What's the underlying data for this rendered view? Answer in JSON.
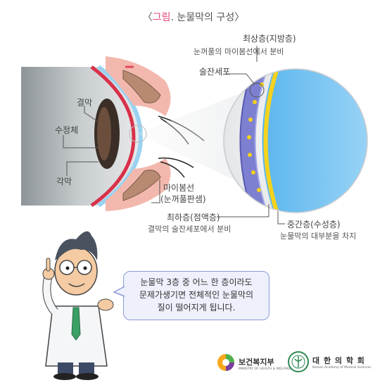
{
  "title": {
    "open": "〈",
    "highlight": "그림",
    "rest": ". 눈물막의 구성〉"
  },
  "labels": {
    "outer_layer": "최상층(지방층)",
    "outer_desc": "눈꺼풀의 마이봄선에서 분비",
    "goblet_cell": "술잔세포",
    "conjunctiva": "결막",
    "lens": "수정체",
    "cornea": "각막",
    "meibomian": "마이봄선",
    "meibomian_sub": "(눈꺼풀판샘)",
    "inner_layer": "최하층(점액층)",
    "inner_desc": "결막의 술잔세포에서 분비",
    "middle_layer": "중간층(수성층)",
    "middle_desc": "눈물막의 대부분을 차지"
  },
  "bubble": {
    "line1": "눈물막 3층 중 어느 한 층이라도",
    "line2": "문제가생기면 전체적인 눈물막의",
    "line3": "질이 떨어지게 됩니다."
  },
  "logos": {
    "ministry": "보건복지부",
    "ministry_sub": "MINISTRY OF HEALTH & WELFARE",
    "academy": "대 한 의 학 회",
    "academy_sub": "Korean Academy of Medical Sciences"
  },
  "colors": {
    "accent": "#e0457b",
    "aqueous": "#5fb8ef",
    "lipid": "#f5d21e",
    "mucin": "#7d7fd0",
    "bubble_border": "#8c9ad6"
  }
}
